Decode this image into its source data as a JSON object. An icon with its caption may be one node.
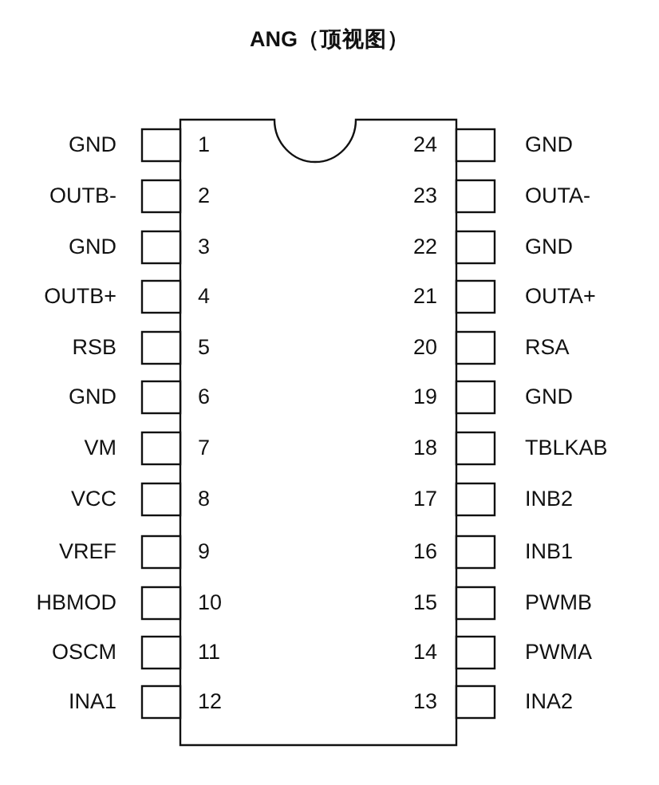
{
  "diagram": {
    "title": "ANG（顶视图）",
    "labels": [
      "GND",
      "1",
      "24",
      "GND",
      "OUTB-",
      "2",
      "23",
      "OUTA-",
      "GND",
      "3",
      "22",
      "GND",
      "OUTB+",
      "4",
      "21",
      "OUTA+",
      "RSB",
      "5",
      "20",
      "RSA",
      "GND",
      "6",
      "19",
      "GND",
      "VM",
      "7",
      "18",
      "TBLKAB",
      "VCC",
      "8",
      "17",
      "INB2",
      "VREF",
      "9",
      "16",
      "INB1",
      "HBMOD",
      "10",
      "15",
      "PWMB",
      "OSCM",
      "11",
      "14",
      "PWMA",
      "INA1",
      "12",
      "13",
      "INA2"
    ]
  }
}
